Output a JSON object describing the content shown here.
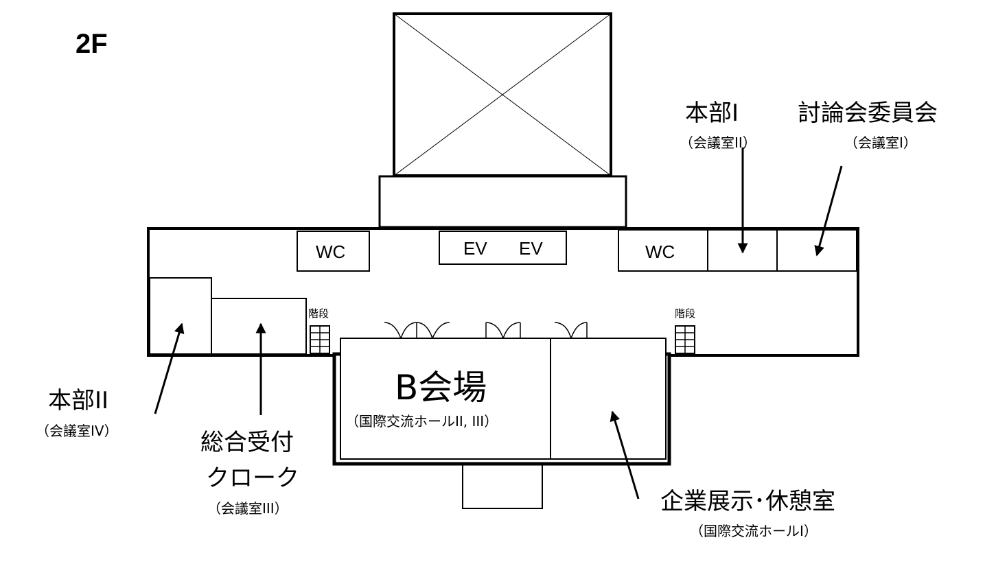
{
  "floor_label": "2F",
  "rooms": {
    "wc_left": "WC",
    "wc_right": "WC",
    "ev_1": "EV",
    "ev_2": "EV",
    "stairs_left": "階段",
    "stairs_right": "階段"
  },
  "labels": {
    "hq1": {
      "name": "本部Ⅰ",
      "sub": "（会議室II）"
    },
    "committee": {
      "name": "討論会委員会",
      "sub": "（会議室I）"
    },
    "hq2": {
      "name": "本部II",
      "sub": "（会議室IV）"
    },
    "reception": {
      "name": "総合受付",
      "name2": "クローク",
      "sub": "（会議室III）"
    },
    "hall_b": {
      "name": "B会場",
      "sub": "（国際交流ホールII, III）"
    },
    "exhibition": {
      "name": "企業展示･休憩室",
      "sub": "（国際交流ホールI）"
    }
  }
}
